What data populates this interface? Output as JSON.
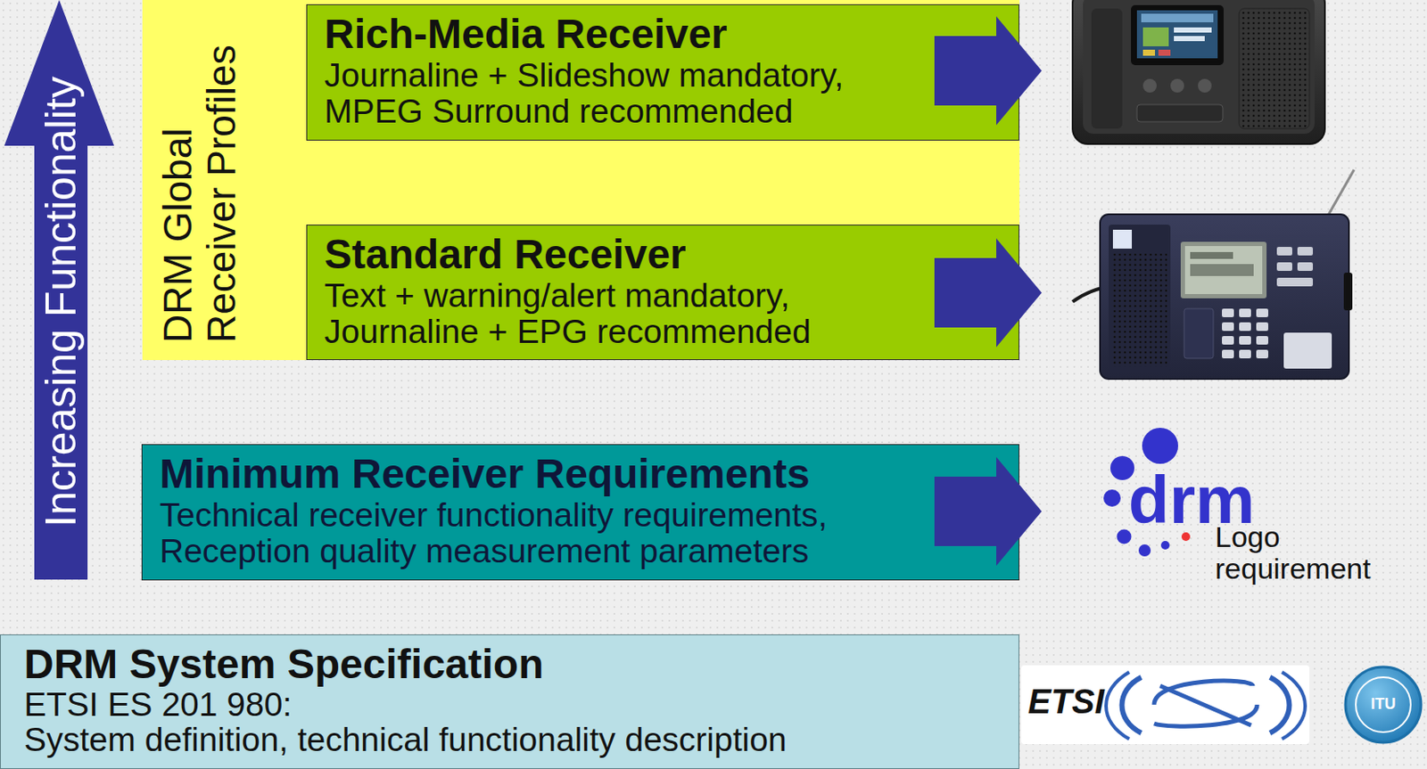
{
  "diagram": {
    "nodes": [
      {
        "text": [
          "Increasing Functionality"
        ]
      },
      {
        "text": [
          "DRM Global Receiver Profiles"
        ]
      },
      {
        "text": [
          "Rich-Media Receiver",
          "Journaline + Slideshow mandatory, MPEG Surround recommended"
        ],
        "in": 1
      },
      {
        "text": [
          "Standard Receiver",
          "Text + warning/alert mandatory, Journaline + EPG recommended"
        ],
        "in": 1
      },
      {
        "text": [
          "Minimum Receiver Requirements",
          "Technical receiver functionality requirements, Reception quality measurement parameters"
        ]
      },
      {
        "text": [
          "DRM System Specification",
          "ETSI ES 201 980:",
          "System definition, technical functionality description"
        ]
      }
    ],
    "labels": [
      "drm",
      "Logo requirement",
      "ETSI",
      "ITU"
    ]
  }
}
